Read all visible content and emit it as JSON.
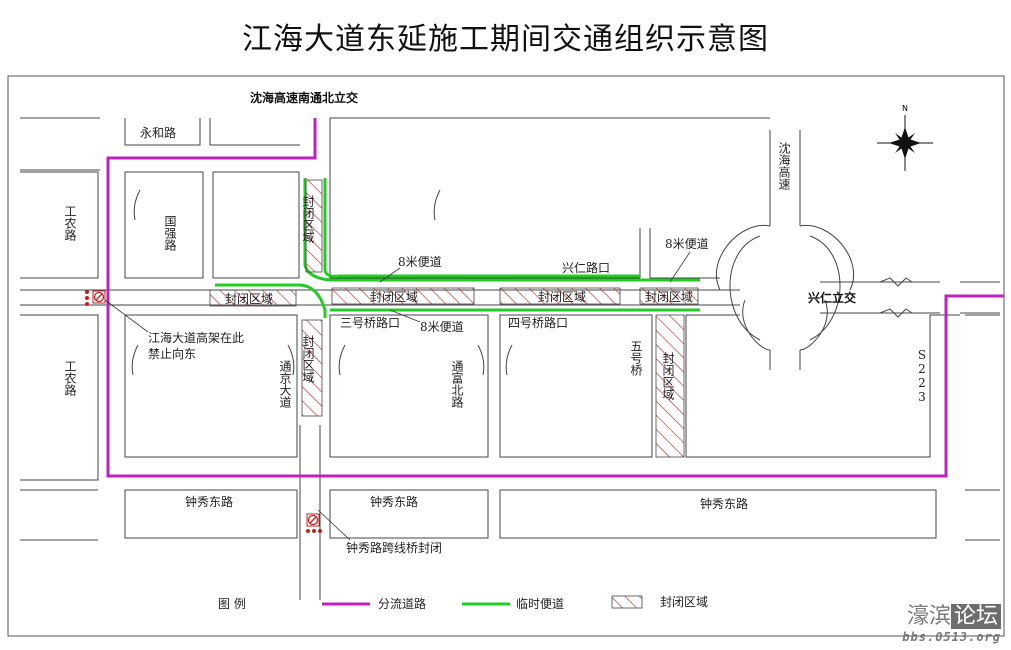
{
  "title": "江海大道东延施工期间交通组织示意图",
  "labels": {
    "expressway_top": "沈海高速南通北立交",
    "yonghe_road": "永和路",
    "gongnong_road_top": "工农路",
    "guoqiang_road": "国强路",
    "closed_vertical_1": "封闭区域",
    "pavement_8m_1": "8米便道",
    "xingren_road_mouth": "兴仁路口",
    "pavement_8m_2": "8米便道",
    "expressway_right": "沈海高速",
    "xingren_interchange": "兴仁立交",
    "closed_1": "封闭区域",
    "closed_2": "封闭区域",
    "closed_3": "封闭区域",
    "closed_4": "封闭区域",
    "bridge3_mouth": "三号桥路口",
    "pavement_8m_3": "8米便道",
    "bridge4_mouth": "四号桥路口",
    "jianghai_note": "江海大道高架在此禁止向东",
    "gongnong_road_bottom": "工农路",
    "tongjing_road": "通京大道",
    "closed_vertical_2": "封闭区域",
    "tongfu_north_road": "通富北路",
    "bridge5": "五号桥",
    "closed_vertical_3": "封闭区域",
    "s223": "S223",
    "zhongxiu_road_1": "钟秀东路",
    "zhongxiu_road_2": "钟秀东路",
    "zhongxiu_road_3": "钟秀东路",
    "bridge_closed": "钟秀路跨线桥封闭"
  },
  "legend": {
    "title": "图 例",
    "items": [
      {
        "label": "分流道路",
        "color": "#c020c0"
      },
      {
        "label": "临时便道",
        "color": "#22cc22"
      },
      {
        "label": "封闭区域",
        "color": "#b02020"
      }
    ]
  },
  "watermark": {
    "brand": "濠滨",
    "forum": "论坛",
    "url": "bbs.0513.org"
  },
  "colors": {
    "diversion": "#c020c0",
    "temporary": "#22cc22",
    "closed": "#b02020"
  },
  "icons": [
    "north-arrow-icon",
    "no-entry-sign-icon",
    "traffic-light-icon"
  ]
}
